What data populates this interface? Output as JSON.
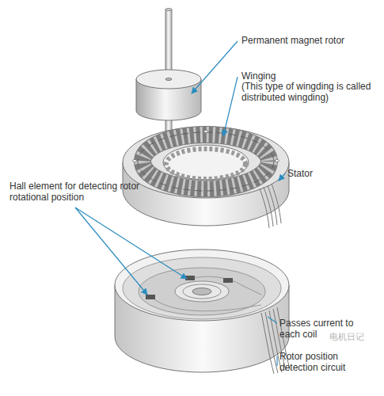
{
  "diagram": {
    "labels": [
      "Permanent magnet rotor",
      "Winging",
      "(This type of wingding is called distributed wingding)",
      "Stator",
      "Hall element for detecting rotor rotational position",
      "Passes current to each coil",
      "Rotor position detection circuit",
      "电机日记"
    ]
  }
}
